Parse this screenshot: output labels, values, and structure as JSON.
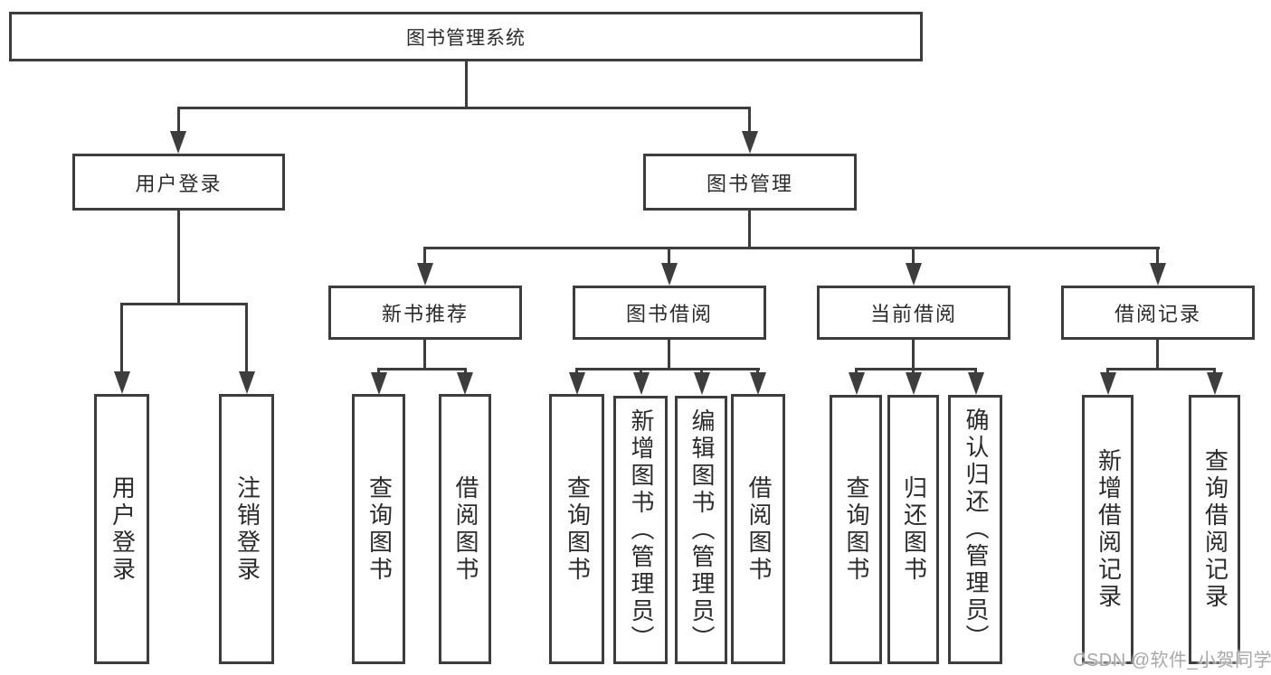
{
  "tree": {
    "label": "图书管理系统",
    "children": [
      {
        "label": "用户登录",
        "children": [
          {
            "label": "用户登录"
          },
          {
            "label": "注销登录"
          }
        ]
      },
      {
        "label": "图书管理",
        "children": [
          {
            "label": "新书推荐",
            "children": [
              {
                "label": "查询图书"
              },
              {
                "label": "借阅图书"
              }
            ]
          },
          {
            "label": "图书借阅",
            "children": [
              {
                "label": "查询图书"
              },
              {
                "label": "新增图书（管理员）"
              },
              {
                "label": "编辑图书（管理员）"
              },
              {
                "label": "借阅图书"
              }
            ]
          },
          {
            "label": "当前借阅",
            "children": [
              {
                "label": "查询图书"
              },
              {
                "label": "归还图书"
              },
              {
                "label": "确认归还（管理员）"
              }
            ]
          },
          {
            "label": "借阅记录",
            "children": [
              {
                "label": "新增借阅记录"
              },
              {
                "label": "查询借阅记录"
              }
            ]
          }
        ]
      }
    ]
  },
  "watermark": {
    "text": "CSDN @软件_小贺同学"
  },
  "colors": {
    "line": "#3d3d3d",
    "text": "#2b2b2b",
    "background": "#ffffff",
    "watermark": "#a8a8a8"
  }
}
